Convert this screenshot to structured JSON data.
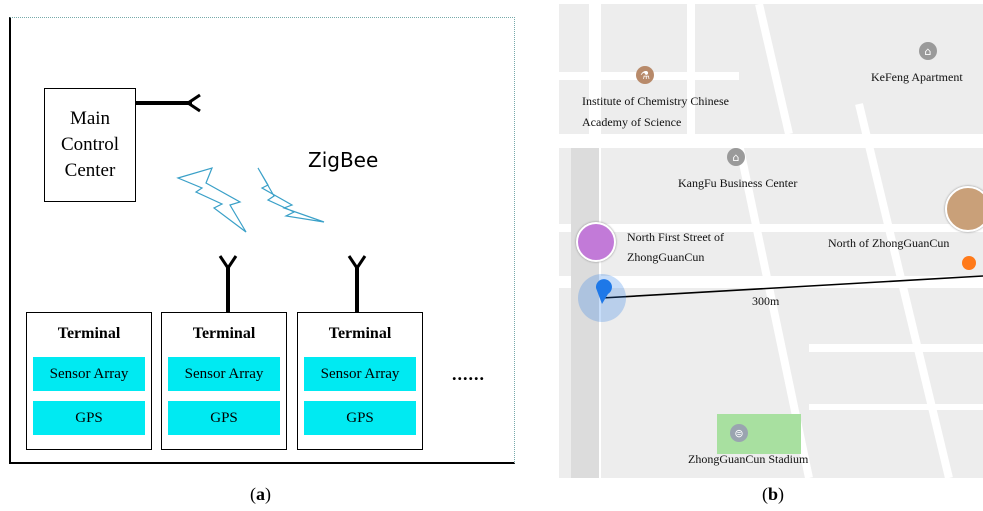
{
  "panel_a": {
    "main_control": [
      "Main",
      "Control",
      "Center"
    ],
    "network_label": "ZigBee",
    "terminals": [
      {
        "title": "Terminal",
        "sensor": "Sensor Array",
        "gps": "GPS"
      },
      {
        "title": "Terminal",
        "sensor": "Sensor Array",
        "gps": "GPS"
      },
      {
        "title": "Terminal",
        "sensor": "Sensor Array",
        "gps": "GPS"
      }
    ],
    "ellipsis": "......",
    "caption_open": "(",
    "caption_letter": "a",
    "caption_close": ")"
  },
  "panel_b": {
    "labels": {
      "institute_1": "Institute of Chemistry Chinese",
      "institute_2": "Academy of Science",
      "kefeng": "KeFeng Apartment",
      "kangfu": "KangFu Business Center",
      "north_first_1": "North First Street of",
      "north_first_2": "ZhongGuanCun",
      "north_zgc": "North of ZhongGuanCun",
      "distance": "300m",
      "stadium": "ZhongGuanCun Stadium"
    },
    "caption_open": "(",
    "caption_letter": "b",
    "caption_close": ")",
    "colors": {
      "route": "#000000",
      "start_marker": "#1e78e8",
      "end_marker": "#ff7a1a",
      "park": "#a8e0a0"
    }
  }
}
